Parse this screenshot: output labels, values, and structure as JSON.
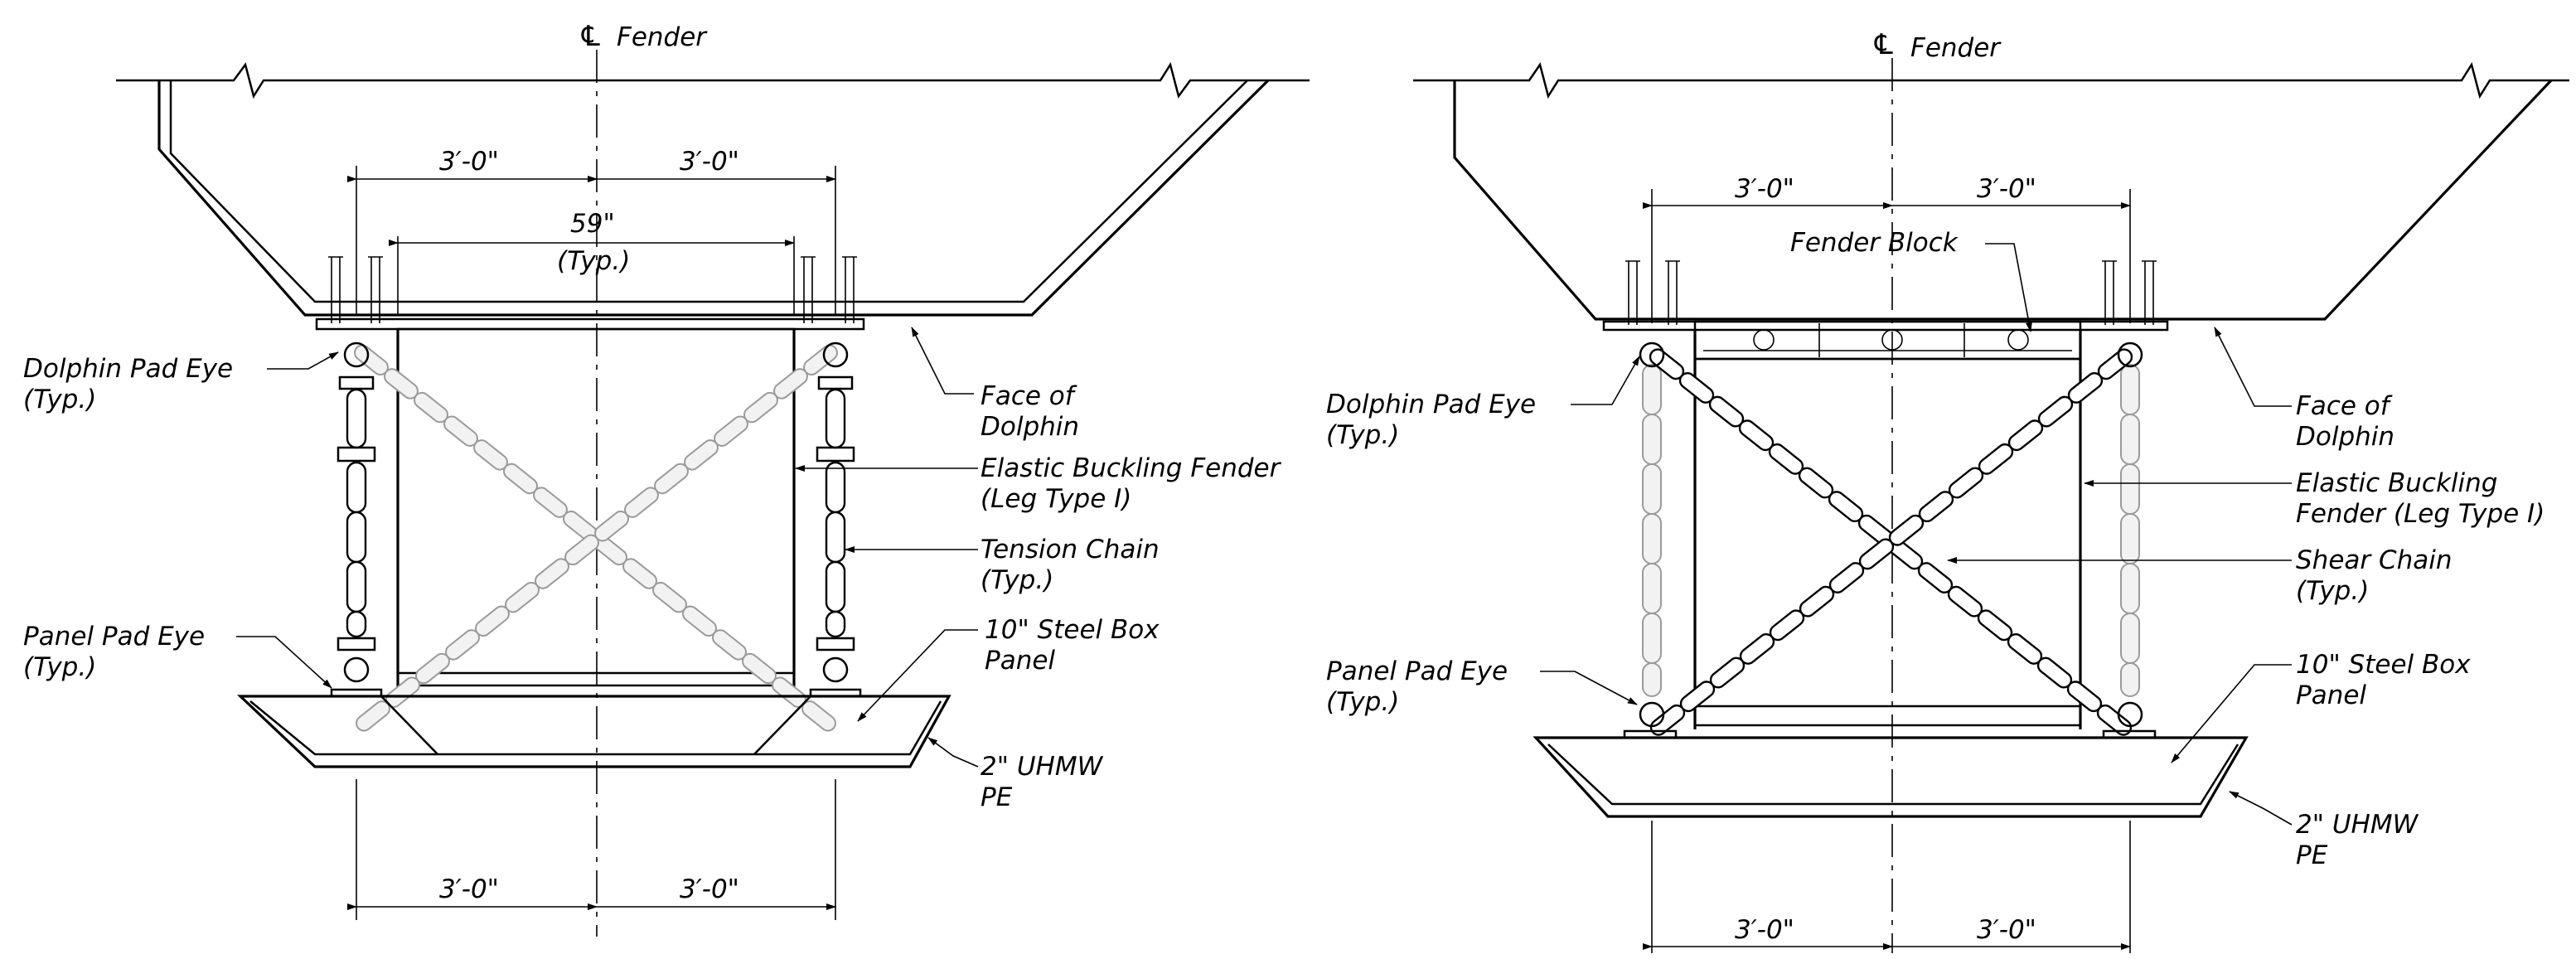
{
  "left": {
    "centerline": "Fender",
    "dim_top_left": "3′-0\"",
    "dim_top_right": "3′-0\"",
    "dim_mid": "59\"",
    "dim_mid_note": "(Typ.)",
    "dim_bottom_left": "3′-0\"",
    "dim_bottom_right": "3′-0\"",
    "labels": {
      "dolphin_pad_eye": [
        "Dolphin Pad Eye",
        "(Typ.)"
      ],
      "panel_pad_eye": [
        "Panel Pad Eye",
        "(Typ.)"
      ],
      "face_of_dolphin": [
        "Face of",
        "Dolphin"
      ],
      "elastic_fender": [
        "Elastic Buckling Fender",
        "(Leg Type I)"
      ],
      "tension_chain": [
        "Tension Chain",
        "(Typ.)"
      ],
      "steel_box": [
        "10\" Steel Box",
        "Panel"
      ],
      "uhmw": [
        "2\" UHMW",
        "PE"
      ]
    }
  },
  "right": {
    "centerline": "Fender",
    "dim_top_left": "3′-0\"",
    "dim_top_right": "3′-0\"",
    "dim_bottom_left": "3′-0\"",
    "dim_bottom_right": "3′-0\"",
    "labels": {
      "fender_block": "Fender Block",
      "dolphin_pad_eye": [
        "Dolphin Pad Eye",
        "(Typ.)"
      ],
      "panel_pad_eye": [
        "Panel Pad Eye",
        "(Typ.)"
      ],
      "face_of_dolphin": [
        "Face of",
        "Dolphin"
      ],
      "elastic_fender": [
        "Elastic Buckling",
        "Fender (Leg Type I)"
      ],
      "shear_chain": [
        "Shear Chain",
        "(Typ.)"
      ],
      "steel_box": [
        "10\" Steel Box",
        "Panel"
      ],
      "uhmw": [
        "2\" UHMW",
        "PE"
      ]
    }
  }
}
